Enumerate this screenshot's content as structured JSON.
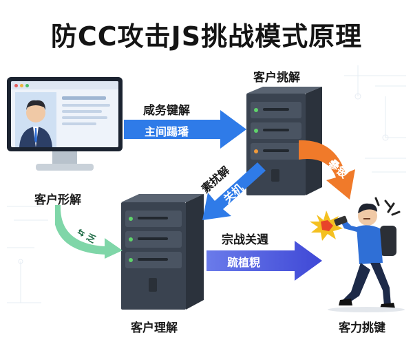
{
  "title": "防CC攻击JS挑战模式原理",
  "nodes": {
    "client": {
      "label": "客户形解"
    },
    "server_top": {
      "label": "客户挑解"
    },
    "server_bottom": {
      "label": "客户理解"
    },
    "attacker": {
      "label": "客力挑键"
    }
  },
  "arrows": {
    "client_to_server": {
      "top_label": "咸务键解",
      "inner_label": "主间踼璠"
    },
    "server_to_attacker": {
      "inner_label": "曑铍"
    },
    "server_to_server": {
      "outer_label": "素扰解",
      "inner_label": "关机"
    },
    "client_loop": {
      "inner_label": "⇆ 乏"
    },
    "server_to_attacker_bottom": {
      "top_label": "宗战关週",
      "inner_label": "䟽植粯"
    }
  },
  "colors": {
    "blue_arrow": "#2f7be8",
    "orange_arrow": "#f07a2a",
    "green_arrow": "#7fd6a8",
    "purple_arrow": "#4e5fe0",
    "server_body": "#3a4350",
    "attacker_shirt": "#2f6fd6"
  },
  "icons": [
    "monitor-icon",
    "user-avatar-icon",
    "server-rack-icon",
    "attacker-icon",
    "lightning-burst-icon"
  ]
}
